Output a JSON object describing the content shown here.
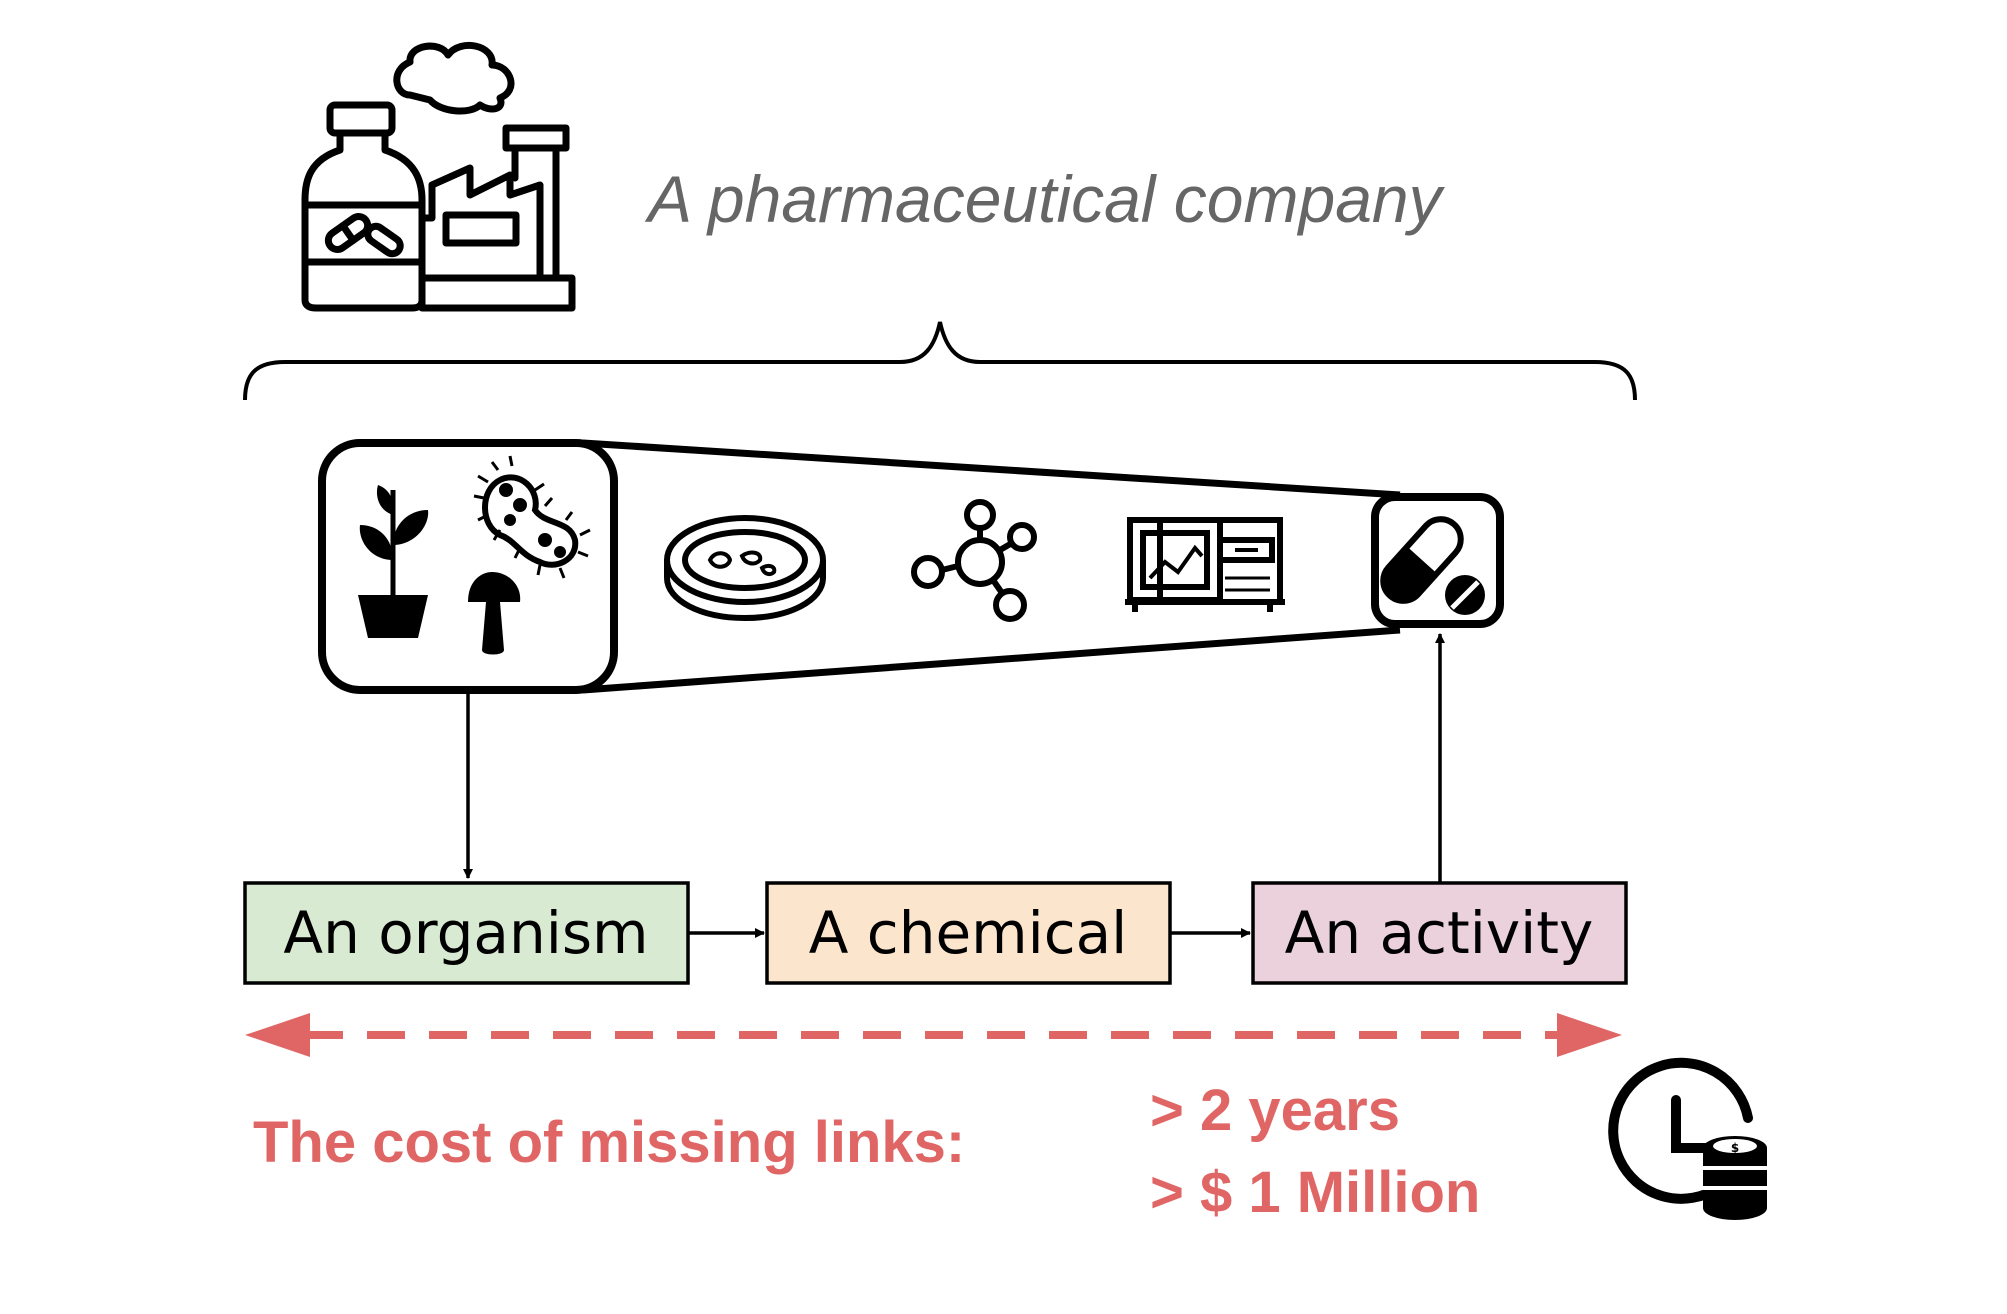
{
  "company": {
    "title": "A pharmaceutical company",
    "icon": "pharma-factory-icon"
  },
  "pipeline_icons": [
    "plant-icon",
    "bacterium-icon",
    "mushroom-icon",
    "petri-dish-icon",
    "molecule-icon",
    "lab-instrument-icon",
    "pill-icon"
  ],
  "stages": [
    {
      "label": "An organism",
      "color": "#d9ead3"
    },
    {
      "label": "A chemical",
      "color": "#fce5cd"
    },
    {
      "label": "An activity",
      "color": "#ead1dc"
    }
  ],
  "cost": {
    "label": "The cost of missing links:",
    "line1": "> 2 years",
    "line2": "> $ 1 Million",
    "color": "#e06666",
    "icon": "clock-coins-icon"
  }
}
